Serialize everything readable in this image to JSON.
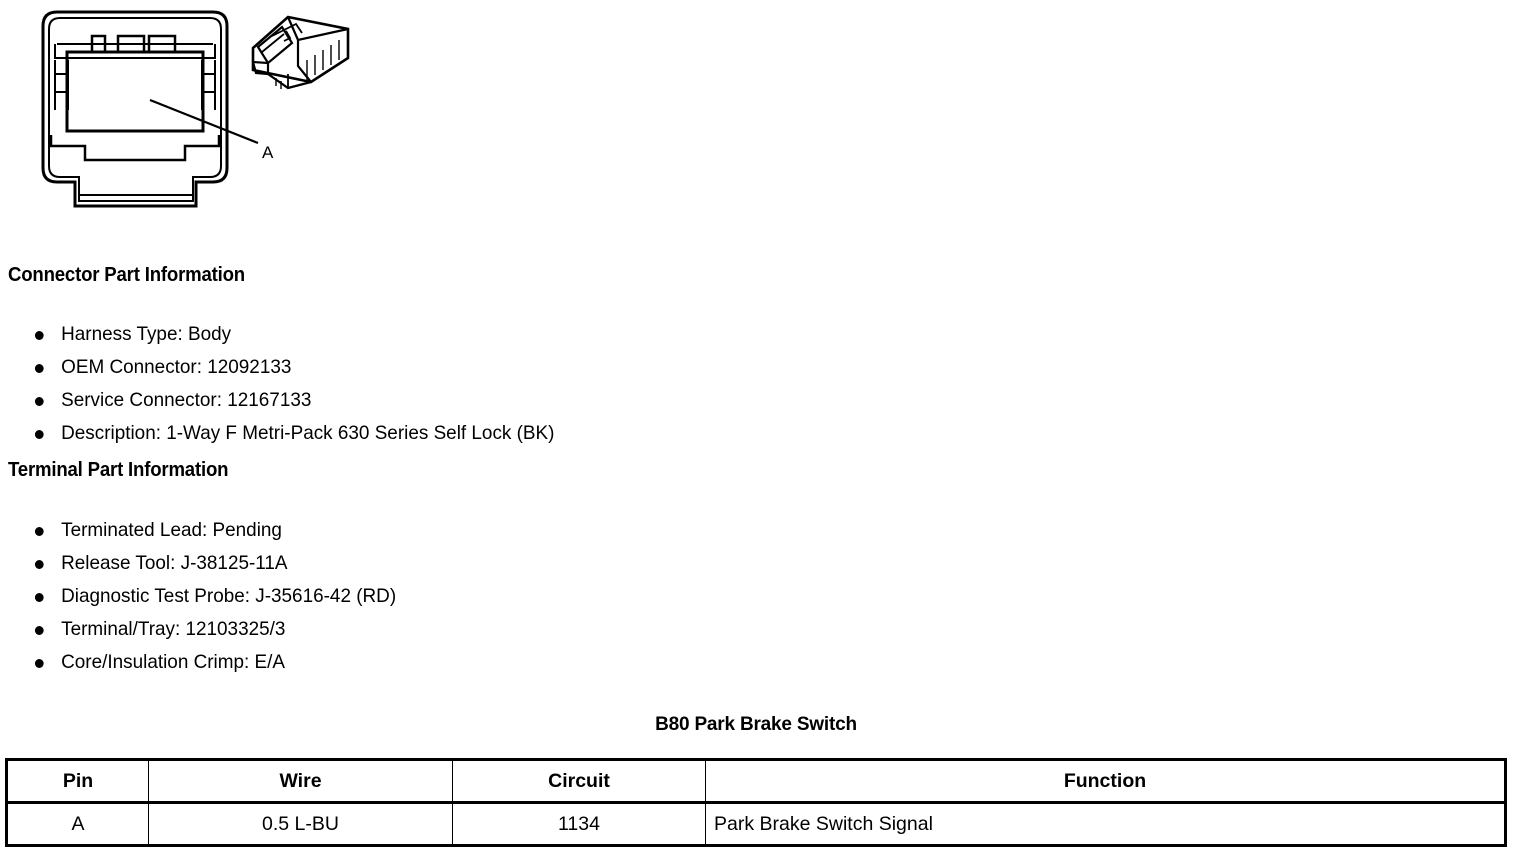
{
  "figure": {
    "callout_label": "A",
    "face_view_name": "connector-face-view",
    "iso_view_name": "connector-isometric-view"
  },
  "connector_part_information": {
    "heading": "Connector Part Information",
    "items": [
      "Harness Type: Body",
      "OEM Connector: 12092133",
      "Service Connector: 12167133",
      "Description: 1-Way F Metri-Pack 630 Series Self Lock (BK)"
    ]
  },
  "terminal_part_information": {
    "heading": "Terminal Part Information",
    "items": [
      "Terminated Lead: Pending",
      "Release Tool: J-38125-11A",
      "Diagnostic Test Probe: J-35616-42 (RD)",
      "Terminal/Tray: 12103325/3",
      "Core/Insulation Crimp: E/A"
    ]
  },
  "pinout": {
    "title": "B80 Park Brake Switch",
    "columns": [
      "Pin",
      "Wire",
      "Circuit",
      "Function"
    ],
    "rows": [
      {
        "pin": "A",
        "wire": "0.5 L-BU",
        "circuit": "1134",
        "function": "Park Brake Switch Signal"
      }
    ]
  },
  "colors": {
    "ink": "#000000",
    "page": "#ffffff"
  }
}
